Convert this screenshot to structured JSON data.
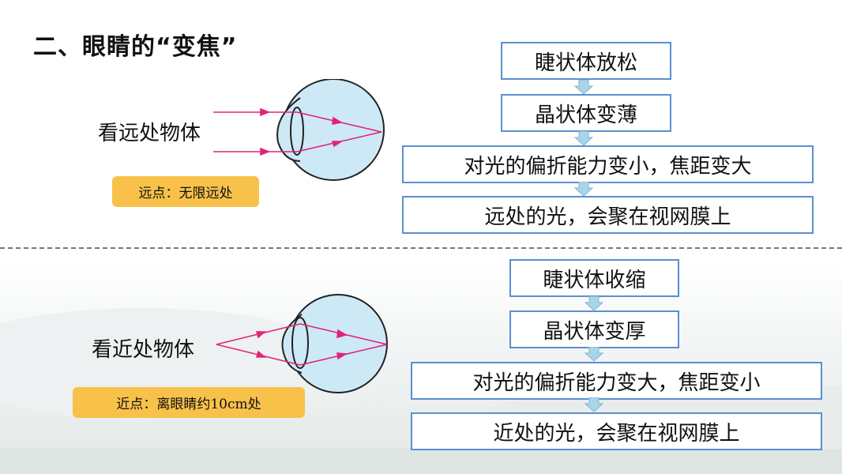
{
  "title": "二、眼睛的“变焦”",
  "far": {
    "label": "看远处物体",
    "point": "远点：无限远处",
    "steps": [
      "睫状体放松",
      "晶状体变薄",
      "对光的偏折能力变小，焦距变大",
      "远处的光，会聚在视网膜上"
    ]
  },
  "near": {
    "label": "看近处物体",
    "point": "近点：离眼睛约10cm处",
    "steps": [
      "睫状体收缩",
      "晶状体变厚",
      "对光的偏折能力变大，焦距变小",
      "近处的光，会聚在视网膜上"
    ]
  },
  "colors": {
    "box_border": "#5b8fd0",
    "arrow": "#a9d4ea",
    "badge": "#f8c14a",
    "ray": "#e0247a",
    "eyeball": "#cde9f6"
  }
}
